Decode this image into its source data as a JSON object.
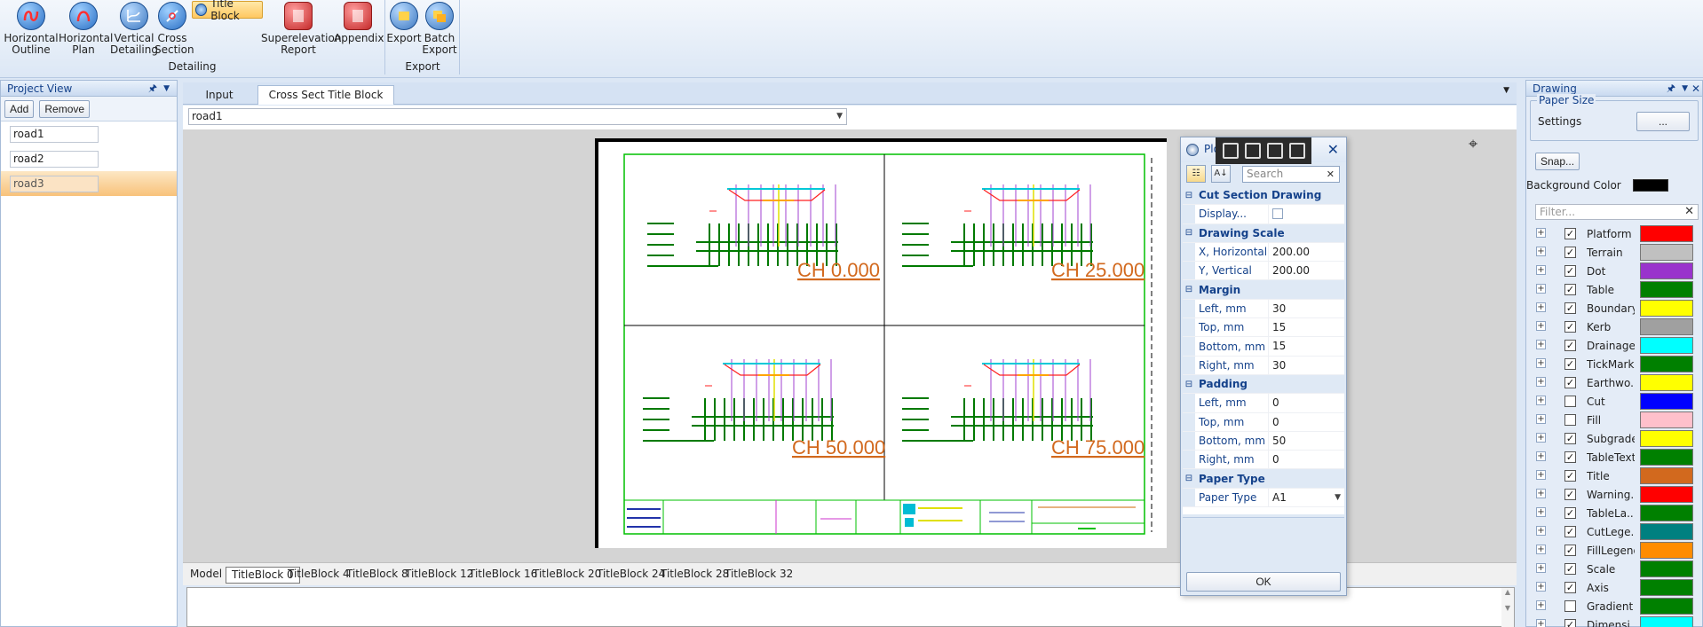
{
  "ribbon": {
    "detailing_group": "Detailing",
    "export_group": "Export",
    "title_block": "Title Block",
    "buttons": [
      {
        "line1": "Horizontal",
        "line2": "Outline"
      },
      {
        "line1": "Horizontal",
        "line2": "Plan"
      },
      {
        "line1": "Vertical",
        "line2": "Detailing"
      },
      {
        "line1": "Cross",
        "line2": "Section"
      },
      {
        "line1": "Superelevation",
        "line2": "Report"
      },
      {
        "line1": "Appendix",
        "line2": ""
      },
      {
        "line1": "Export",
        "line2": ""
      },
      {
        "line1": "Batch",
        "line2": "Export"
      }
    ]
  },
  "project_view": {
    "title": "Project View",
    "add": "Add",
    "remove": "Remove",
    "roads": [
      "road1",
      "road2",
      "road3"
    ]
  },
  "document": {
    "tabs": [
      "Input",
      "Cross Sect Title Block"
    ],
    "road_selected": "road1"
  },
  "sheet": {
    "labels": [
      "CH 0.000",
      "CH 25.000",
      "CH 50.000",
      "CH 75.000"
    ]
  },
  "layout_tabs": [
    "Model",
    "TitleBlock 0",
    "TitleBlock 4",
    "TitleBlock 8",
    "TitleBlock 12",
    "TitleBlock 16",
    "TitleBlock 20",
    "TitleBlock 24",
    "TitleBlock 28",
    "TitleBlock 32"
  ],
  "props": {
    "title": "Plo",
    "search_placeholder": "Search",
    "ok": "OK",
    "categories": [
      {
        "name": "Cut Section Drawing",
        "rows": [
          {
            "name": "Display...",
            "value": "",
            "type": "checkbox"
          }
        ]
      },
      {
        "name": "Drawing Scale",
        "rows": [
          {
            "name": "X, Horizontal",
            "value": "200.00"
          },
          {
            "name": "Y, Vertical",
            "value": "200.00"
          }
        ]
      },
      {
        "name": "Margin",
        "rows": [
          {
            "name": "Left, mm",
            "value": "30"
          },
          {
            "name": "Top, mm",
            "value": "15"
          },
          {
            "name": "Bottom, mm",
            "value": "15"
          },
          {
            "name": "Right, mm",
            "value": "30"
          }
        ]
      },
      {
        "name": "Padding",
        "rows": [
          {
            "name": "Left, mm",
            "value": "0"
          },
          {
            "name": "Top, mm",
            "value": "0"
          },
          {
            "name": "Bottom, mm",
            "value": "50"
          },
          {
            "name": "Right, mm",
            "value": "0"
          }
        ]
      },
      {
        "name": "Paper Type",
        "rows": [
          {
            "name": "Paper Type",
            "value": "A1",
            "type": "combo"
          }
        ]
      }
    ]
  },
  "drawing": {
    "title": "Drawing",
    "paper_size": "Paper Size",
    "settings": "Settings",
    "settings_btn": "...",
    "snap": "Snap...",
    "background_color": "Background Color",
    "background_swatch": "#000000",
    "filter_placeholder": "Filter...",
    "layers": [
      {
        "name": "Platform",
        "checked": true,
        "color": "#ff0000"
      },
      {
        "name": "Terrain",
        "checked": true,
        "color": "#c0c0c0"
      },
      {
        "name": "Dot",
        "checked": true,
        "color": "#9933cc"
      },
      {
        "name": "Table",
        "checked": true,
        "color": "#008000"
      },
      {
        "name": "Boundary",
        "checked": true,
        "color": "#ffff00"
      },
      {
        "name": "Kerb",
        "checked": true,
        "color": "#a0a0a0"
      },
      {
        "name": "Drainage",
        "checked": true,
        "color": "#00ffff"
      },
      {
        "name": "TickMark",
        "checked": true,
        "color": "#008000"
      },
      {
        "name": "Earthwo...",
        "checked": true,
        "color": "#ffff00"
      },
      {
        "name": "Cut",
        "checked": false,
        "color": "#0000ff"
      },
      {
        "name": "Fill",
        "checked": false,
        "color": "#ffc0cb"
      },
      {
        "name": "Subgrade",
        "checked": true,
        "color": "#ffff00"
      },
      {
        "name": "TableText",
        "checked": true,
        "color": "#008000"
      },
      {
        "name": "Title",
        "checked": true,
        "color": "#d2691e"
      },
      {
        "name": "Warning...",
        "checked": true,
        "color": "#ff0000"
      },
      {
        "name": "TableLa...",
        "checked": true,
        "color": "#008000"
      },
      {
        "name": "CutLege...",
        "checked": true,
        "color": "#008080"
      },
      {
        "name": "FillLegend",
        "checked": true,
        "color": "#ff8c00"
      },
      {
        "name": "Scale",
        "checked": true,
        "color": "#008000"
      },
      {
        "name": "Axis",
        "checked": true,
        "color": "#008000"
      },
      {
        "name": "Gradient",
        "checked": false,
        "color": "#008000"
      },
      {
        "name": "Dimensi...",
        "checked": true,
        "color": "#00ffff"
      }
    ]
  }
}
